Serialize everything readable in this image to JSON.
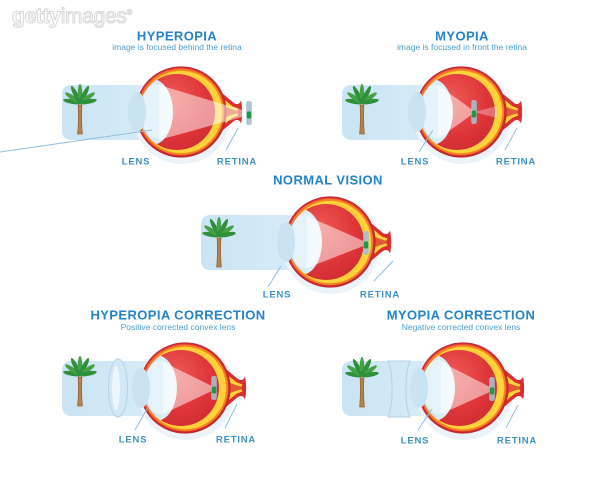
{
  "watermark": {
    "brand_bold": "getty",
    "brand_light": "images",
    "registered_mark": "®"
  },
  "panels": [
    {
      "id": "hyperopia",
      "title": "HYPEROPIA",
      "subtitle": "image is focused behind the retina",
      "lens_label": "LENS",
      "retina_label": "RETINA",
      "focus_location": "behind the retina"
    },
    {
      "id": "myopia",
      "title": "MYOPIA",
      "subtitle": "image is focused in front the retina",
      "lens_label": "LENS",
      "retina_label": "RETINA",
      "focus_location": "in front of the retina"
    },
    {
      "id": "normal-vision",
      "title": "NORMAL VISION",
      "subtitle": "",
      "lens_label": "LENS",
      "retina_label": "RETINA",
      "focus_location": "on the retina"
    },
    {
      "id": "hyperopia-correction",
      "title": "HYPEROPIA CORRECTION",
      "subtitle": "Positive corrected convex lens",
      "lens_label": "LENS",
      "retina_label": "RETINA",
      "focus_location": "on the retina"
    },
    {
      "id": "myopia-correction",
      "title": "MYOPIA CORRECTION",
      "subtitle": "Negative corrected convex lens",
      "lens_label": "LENS",
      "retina_label": "RETINA",
      "focus_location": "on the retina"
    }
  ],
  "icons": {
    "scene_object": "palm-tree-icon",
    "eye": "eyeball-cross-section-icon",
    "focal_marker": "green-focus-point-icon",
    "convex_lens": "convex-lens-icon",
    "concave_lens": "concave-lens-icon"
  },
  "colors": {
    "title_blue": "#2484C6",
    "subtitle_blue": "#4C9ECF",
    "label_blue": "#3E92C6",
    "eye_red": "#DD3A3C",
    "eye_red_dark": "#C4272E",
    "retina_yellow": "#FFD23B",
    "retina_orange": "#F58220",
    "beam_blue": "#CBE4F4",
    "lens_blue": "#D7ECF8",
    "focus_green": "#1E9A44",
    "tree_green": "#2E8F3C",
    "tree_trunk": "#B5824B",
    "watermark_gray": "#D9D9D9"
  }
}
